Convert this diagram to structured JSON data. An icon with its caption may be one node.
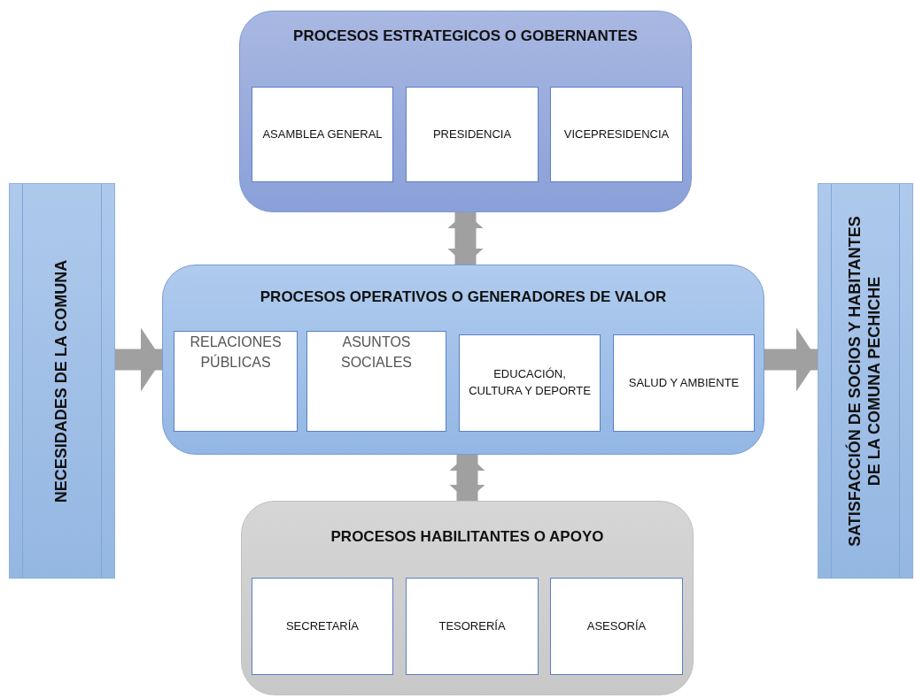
{
  "diagram": {
    "nodes": [
      {
        "text": [
          "NECESIDADES DE LA COMUNA"
        ]
      },
      {
        "text": [
          "PROCESOS ESTRATEGICOS O GOBERNANTES"
        ]
      },
      {
        "text": [
          "ASAMBLEA GENERAL"
        ],
        "in": 1
      },
      {
        "text": [
          "PRESIDENCIA"
        ],
        "in": 1
      },
      {
        "text": [
          "VICEPRESIDENCIA"
        ],
        "in": 1
      },
      {
        "text": [
          "PROCESOS OPERATIVOS O GENERADORES DE VALOR"
        ]
      },
      {
        "text": [
          "RELACIONES PÚBLICAS"
        ],
        "in": 5
      },
      {
        "text": [
          "ASUNTOS SOCIALES"
        ],
        "in": 5
      },
      {
        "text": [
          "EDUCACIÓN, CULTURA Y DEPORTE"
        ],
        "in": 5
      },
      {
        "text": [
          "SALUD Y AMBIENTE"
        ],
        "in": 5
      },
      {
        "text": [
          "PROCESOS HABILITANTES O APOYO"
        ]
      },
      {
        "text": [
          "SECRETARÍA"
        ],
        "in": 10
      },
      {
        "text": [
          "TESORERÍA"
        ],
        "in": 10
      },
      {
        "text": [
          "ASESORÍA"
        ],
        "in": 10
      },
      {
        "text": [
          "SATISFACCIÓN DE SOCIOS Y HABITANTES DE LA COMUNA PECHICHE"
        ]
      }
    ],
    "edges": [
      {
        "from": 0,
        "to": 5,
        "arrow": "to"
      },
      {
        "from": 1,
        "to": 5,
        "arrow": "both"
      },
      {
        "from": 5,
        "to": 10,
        "arrow": "both"
      },
      {
        "from": 5,
        "to": 14,
        "arrow": "to"
      }
    ]
  }
}
